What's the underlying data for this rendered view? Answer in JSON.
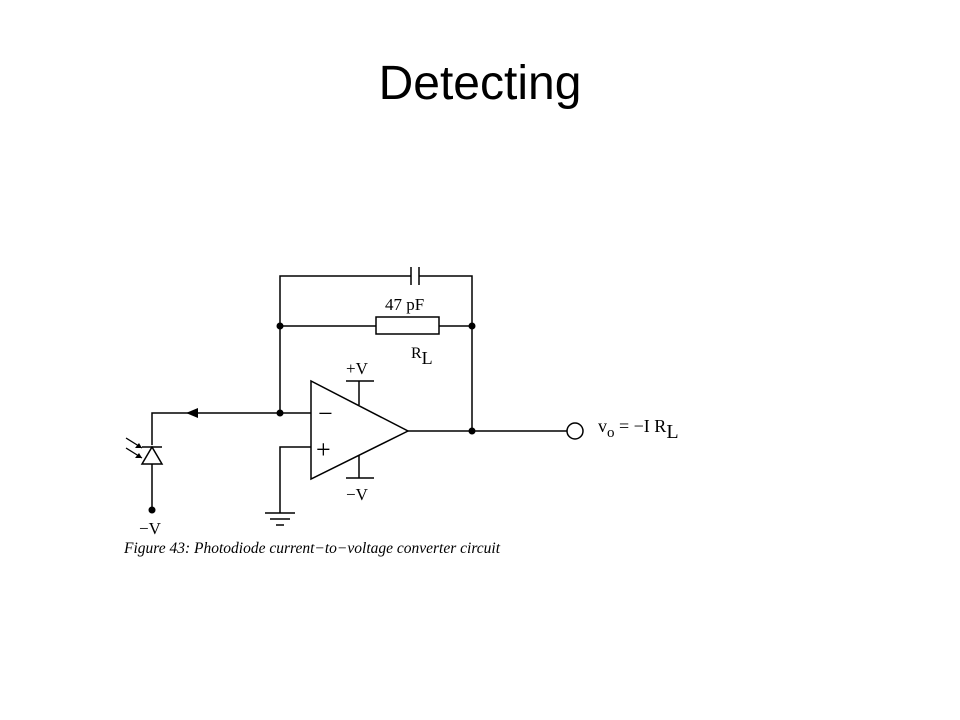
{
  "slide": {
    "title": "Detecting"
  },
  "circuit": {
    "capacitor_value": "47 pF",
    "resistor_label": "R",
    "resistor_subscript": "L",
    "opamp_minus": "−",
    "opamp_plus": "+",
    "supply_positive": "+V",
    "supply_negative": "−V",
    "photodiode_bias": "−V",
    "output_expression_v": "v",
    "output_expression_sub": "o",
    "output_expression_mid": " = −I R",
    "output_expression_rsub": "L",
    "figure_caption": "Figure 43: Photodiode current−to−voltage converter circuit"
  }
}
